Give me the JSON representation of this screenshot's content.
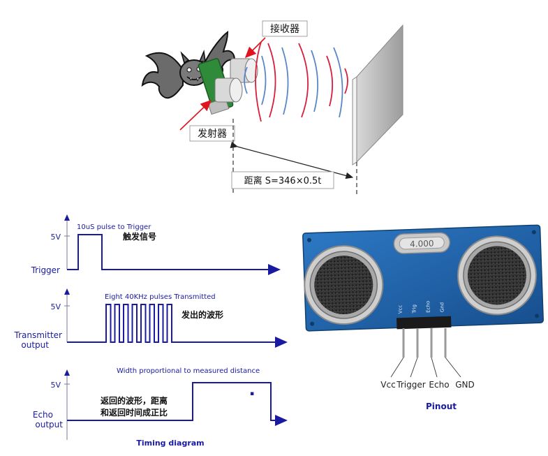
{
  "ranging": {
    "receiver_label": "接收器",
    "transmitter_label": "发射器",
    "distance_label": "距离 S=346×0.5t"
  },
  "timing": {
    "caption": "Timing diagram",
    "trigger": {
      "name": "Trigger",
      "level": "5V",
      "annotation_en": "10uS pulse to Trigger",
      "annotation_cn": "触发信号"
    },
    "transmitter": {
      "name_line1": "Transmitter",
      "name_line2": "output",
      "level": "5V",
      "annotation_en": "Eight 40KHz pulses Transmitted",
      "annotation_cn": "发出的波形",
      "pulse_count": 8
    },
    "echo": {
      "name_line1": "Echo",
      "name_line2": "output",
      "level": "5V",
      "annotation_en": "Width proportional to measured distance",
      "annotation_cn_line1": "返回的波形，距离",
      "annotation_cn_line2": "和返回时间成正比"
    }
  },
  "module": {
    "crystal_label": "4.000",
    "pins": [
      "Vcc",
      "Trigger",
      "Echo",
      "GND"
    ],
    "pinout_caption": "Pinout"
  },
  "colors": {
    "signal": "#1a1aa0",
    "axis": "#7a7aa8",
    "red_wave": "#d81e3a",
    "blue_wave": "#5a86c8",
    "pcb_blue": "#1d5fa6",
    "sensor_green": "#2f8a3a"
  }
}
